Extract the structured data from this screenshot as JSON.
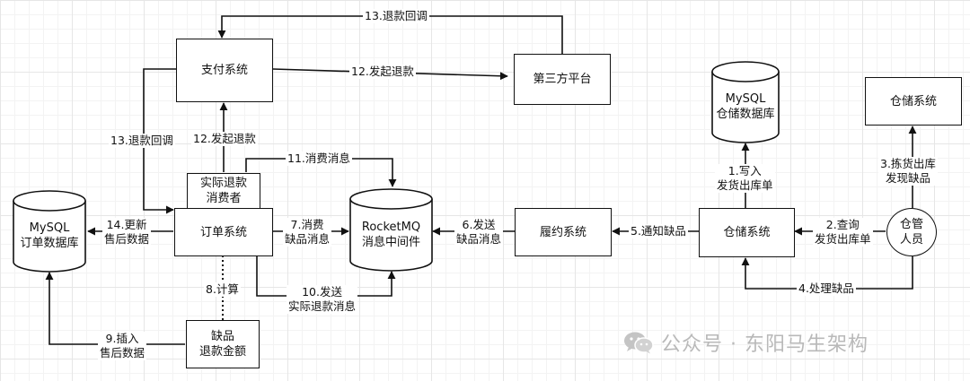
{
  "nodes": {
    "payment_system": "支付系统",
    "third_party": "第三方平台",
    "mysql_warehouse": "MySQL\n仓储数据库",
    "warehouse_system_top": "仓储系统",
    "refund_consumer": "实际退款\n消费者",
    "mysql_order": "MySQL\n订单数据库",
    "order_system": "订单系统",
    "rocketmq": "RocketMQ\n消息中间件",
    "fulfillment_system": "履约系统",
    "warehouse_system": "仓储系统",
    "warehouse_staff": "仓管\n人员",
    "shortage_refund": "缺品\n退款金额"
  },
  "edges": {
    "e13_top": "13.退款回调",
    "e12_right": "12.发起退款",
    "e13_left": "13.退款回调",
    "e12_up": "12.发起退款",
    "e11": "11.消费消息",
    "e14": "14.更新\n售后数据",
    "e7": "7.消费\n缺品消息",
    "e6": "6.发送\n缺品消息",
    "e5": "5.通知缺品",
    "e1": "1.写入\n发货出库单",
    "e3": "3.拣货出库\n发现缺品",
    "e2": "2.查询\n发货出库单",
    "e8": "8.计算",
    "e10": "10.发送\n实际退款消息",
    "e4": "4.处理缺品",
    "e9": "9.插入\n售后数据"
  },
  "watermark": "公众号 · 东阳马生架构"
}
